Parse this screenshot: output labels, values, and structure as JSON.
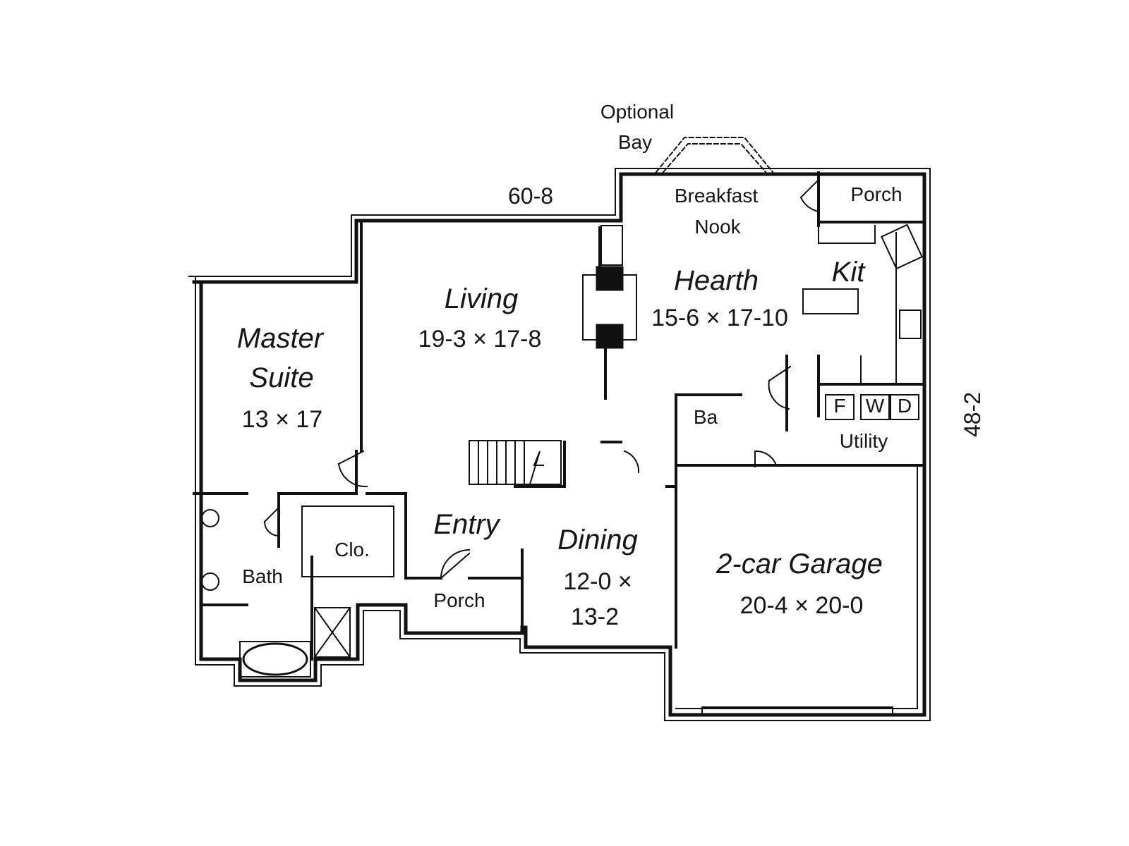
{
  "plan": {
    "overall_width": "60-8",
    "overall_depth": "48-2",
    "optional_bay": {
      "line1": "Optional",
      "line2": "Bay"
    },
    "rooms": {
      "master": {
        "name1": "Master",
        "name2": "Suite",
        "dims": "13 × 17"
      },
      "living": {
        "name": "Living",
        "dims": "19-3 × 17-8"
      },
      "hearth": {
        "name": "Hearth",
        "dims": "15-6 × 17-10"
      },
      "kitchen": {
        "name": "Kit"
      },
      "breakfast": {
        "line1": "Breakfast",
        "line2": "Nook"
      },
      "porch_rear": {
        "name": "Porch"
      },
      "porch_front": {
        "name": "Porch"
      },
      "entry": {
        "name": "Entry"
      },
      "dining": {
        "name": "Dining",
        "dims1": "12-0 ×",
        "dims2": "13-2"
      },
      "garage": {
        "name": "2-car Garage",
        "dims": "20-4 × 20-0"
      },
      "bath_master": {
        "name": "Bath"
      },
      "closet": {
        "name": "Clo."
      },
      "half_bath": {
        "name": "Ba"
      },
      "utility": {
        "name": "Utility"
      }
    },
    "appliances": {
      "freezer": "F",
      "washer": "W",
      "dryer": "D"
    }
  }
}
